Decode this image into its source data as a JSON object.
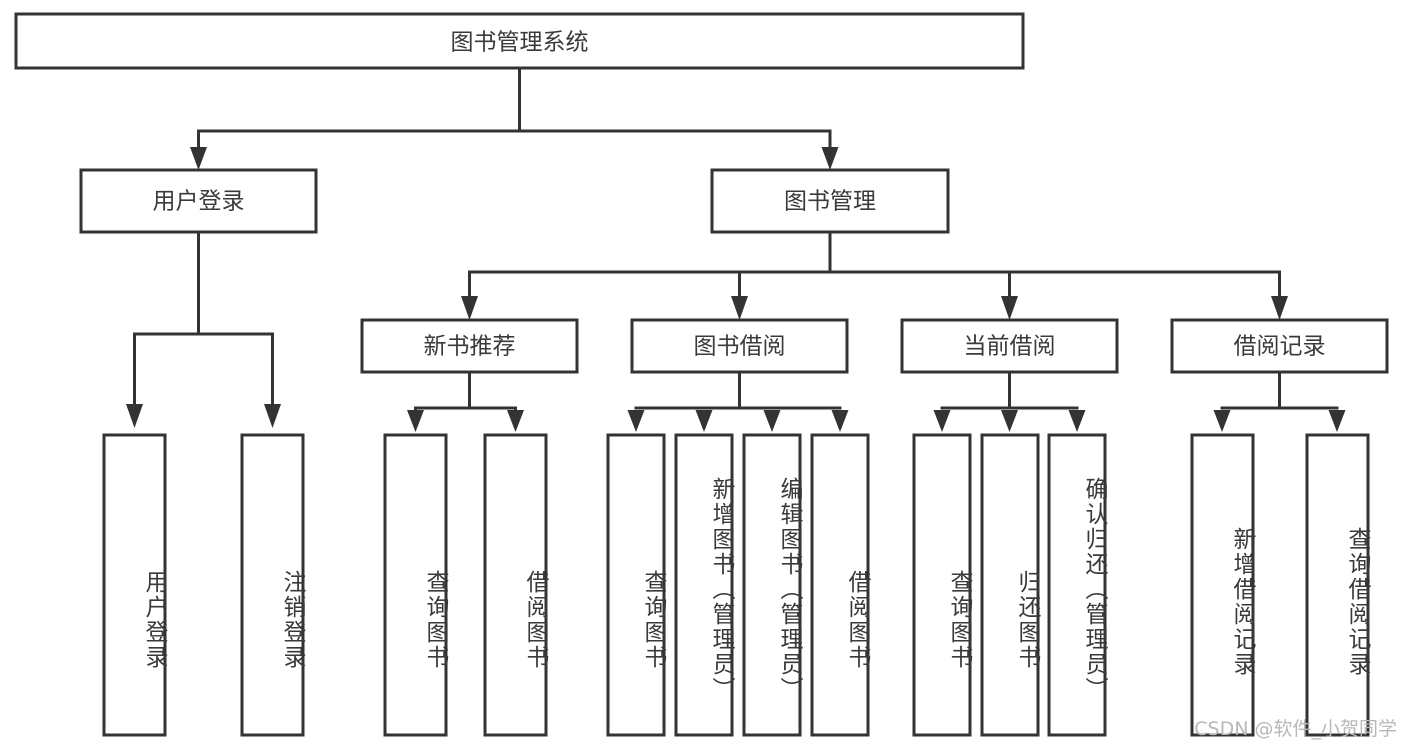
{
  "diagram": {
    "title": "图书管理系统",
    "type": "tree-hierarchy-chart",
    "orientation": "top-down",
    "colors": {
      "box_border": "#333333",
      "box_fill": "#ffffff",
      "text": "#3a3a3a",
      "connector": "#333333",
      "watermark": "#b8b8b8",
      "background": "#ffffff"
    },
    "levels": {
      "root": "图书管理系统",
      "level2": [
        "用户登录",
        "图书管理"
      ],
      "level3": [
        "新书推荐",
        "图书借阅",
        "当前借阅",
        "借阅记录"
      ]
    },
    "nodes": {
      "root": {
        "label": "图书管理系统"
      },
      "user_login": {
        "label": "用户登录"
      },
      "book_manage": {
        "label": "图书管理"
      },
      "new_book_rec": {
        "label": "新书推荐"
      },
      "book_borrow": {
        "label": "图书借阅"
      },
      "current_borrow": {
        "label": "当前借阅"
      },
      "borrow_record": {
        "label": "借阅记录"
      },
      "leaf_1": {
        "label": "用户登录"
      },
      "leaf_2": {
        "label": "注销登录"
      },
      "leaf_3": {
        "label": "查询图书"
      },
      "leaf_4": {
        "label": "借阅图书"
      },
      "leaf_5": {
        "label": "查询图书"
      },
      "leaf_6": {
        "label": "新增图书（管理员）"
      },
      "leaf_7": {
        "label": "编辑图书（管理员）"
      },
      "leaf_8": {
        "label": "借阅图书"
      },
      "leaf_9": {
        "label": "查询图书"
      },
      "leaf_10": {
        "label": "归还图书"
      },
      "leaf_11": {
        "label": "确认归还（管理员）"
      },
      "leaf_12": {
        "label": "新增借阅记录"
      },
      "leaf_13": {
        "label": "查询借阅记录"
      }
    },
    "edges": [
      {
        "from": "root",
        "to": "user_login"
      },
      {
        "from": "root",
        "to": "book_manage"
      },
      {
        "from": "user_login",
        "to": "leaf_1"
      },
      {
        "from": "user_login",
        "to": "leaf_2"
      },
      {
        "from": "book_manage",
        "to": "new_book_rec"
      },
      {
        "from": "book_manage",
        "to": "book_borrow"
      },
      {
        "from": "book_manage",
        "to": "current_borrow"
      },
      {
        "from": "book_manage",
        "to": "borrow_record"
      },
      {
        "from": "new_book_rec",
        "to": "leaf_3"
      },
      {
        "from": "new_book_rec",
        "to": "leaf_4"
      },
      {
        "from": "book_borrow",
        "to": "leaf_5"
      },
      {
        "from": "book_borrow",
        "to": "leaf_6"
      },
      {
        "from": "book_borrow",
        "to": "leaf_7"
      },
      {
        "from": "book_borrow",
        "to": "leaf_8"
      },
      {
        "from": "current_borrow",
        "to": "leaf_9"
      },
      {
        "from": "current_borrow",
        "to": "leaf_10"
      },
      {
        "from": "current_borrow",
        "to": "leaf_11"
      },
      {
        "from": "borrow_record",
        "to": "leaf_12"
      },
      {
        "from": "borrow_record",
        "to": "leaf_13"
      }
    ]
  },
  "watermark": {
    "text": "CSDN @软件_小贺同学"
  }
}
